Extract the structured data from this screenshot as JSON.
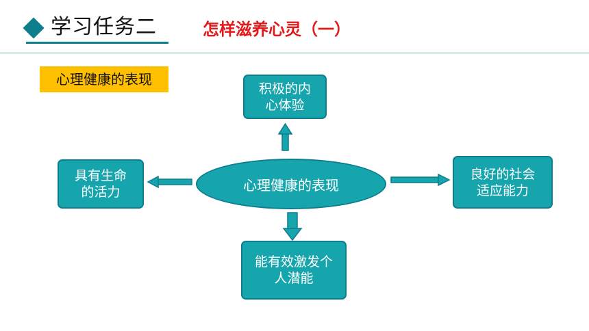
{
  "header": {
    "title": "学习任务二",
    "subtitle": "怎样滋养心灵（一）"
  },
  "topic_label": "心理健康的表现",
  "diagram": {
    "center": "心理健康的表现",
    "top": "积极的内\n心体验",
    "left": "具有生命\n的活力",
    "right": "良好的社会\n适应能力",
    "bottom": "能有效激发个\n人潜能"
  },
  "colors": {
    "accent": "#0e7d8c",
    "node_fill": "#16a5ad",
    "subtitle_red": "#e41a1a",
    "label_yellow": "#ffc000"
  }
}
